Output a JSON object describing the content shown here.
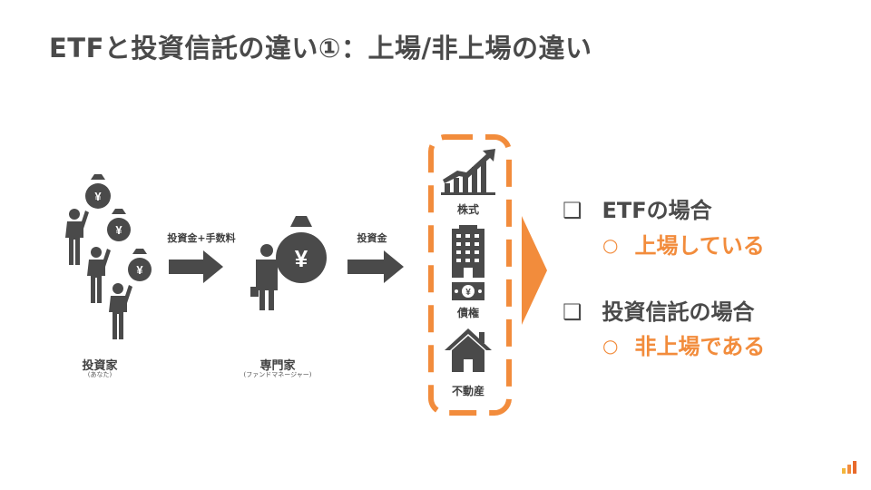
{
  "slide": {
    "title": "ETFと投資信託の違い①：上場/非上場の違い"
  },
  "investors": {
    "label": "投資家",
    "sublabel": "(あなた)",
    "yen": "¥"
  },
  "arrow1": {
    "label": "投資金+手数料"
  },
  "expert": {
    "label": "専門家",
    "sublabel": "(ファンドマネージャー)",
    "yen": "¥"
  },
  "arrow2": {
    "label": "投資金"
  },
  "assets": {
    "stock": "株式",
    "bond": "債権",
    "realestate": "不動産",
    "bill_symbol": "¥"
  },
  "comparison": {
    "etf_label": "ETFの場合",
    "etf_value": "上場している",
    "fund_label": "投資信託の場合",
    "fund_value": "非上場である",
    "checkbox_glyph": "❑",
    "circle_glyph": "○"
  },
  "colors": {
    "accent": "#f28c3c",
    "icon": "#4a4a4a",
    "text": "#4a4a4a"
  }
}
